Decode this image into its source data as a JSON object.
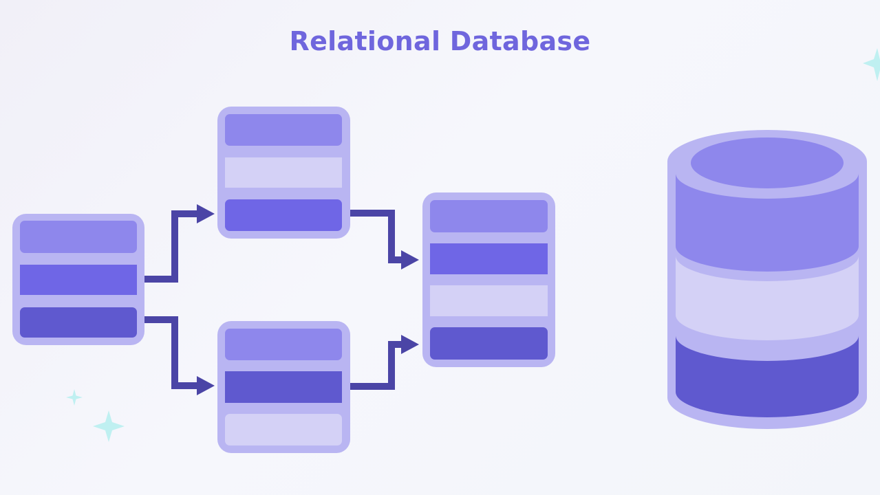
{
  "title": "Relational Database",
  "colors": {
    "title": "#6f66dd",
    "border": "#b9b5f2",
    "row_light": "#8e87ec",
    "row_mid": "#6f66e6",
    "row_dark": "#5f59cf",
    "row_pale": "#d4d1f6",
    "arrow": "#4b45a6",
    "sparkle": "#bff0f1"
  },
  "tables": [
    {
      "id": "source-table",
      "rows": [
        "row_light",
        "row_mid",
        "row_dark"
      ]
    },
    {
      "id": "top-table",
      "rows": [
        "row_light",
        "row_pale",
        "row_mid"
      ]
    },
    {
      "id": "bottom-table",
      "rows": [
        "row_light",
        "row_dark",
        "row_pale"
      ]
    },
    {
      "id": "target-table",
      "rows": [
        "row_light",
        "row_mid",
        "row_pale",
        "row_dark"
      ]
    }
  ],
  "relations": [
    {
      "from": "source-table",
      "to": "top-table"
    },
    {
      "from": "source-table",
      "to": "bottom-table"
    },
    {
      "from": "top-table",
      "to": "target-table"
    },
    {
      "from": "bottom-table",
      "to": "target-table"
    }
  ],
  "database_icon": {
    "bands": [
      "row_light",
      "row_pale",
      "row_dark"
    ]
  }
}
